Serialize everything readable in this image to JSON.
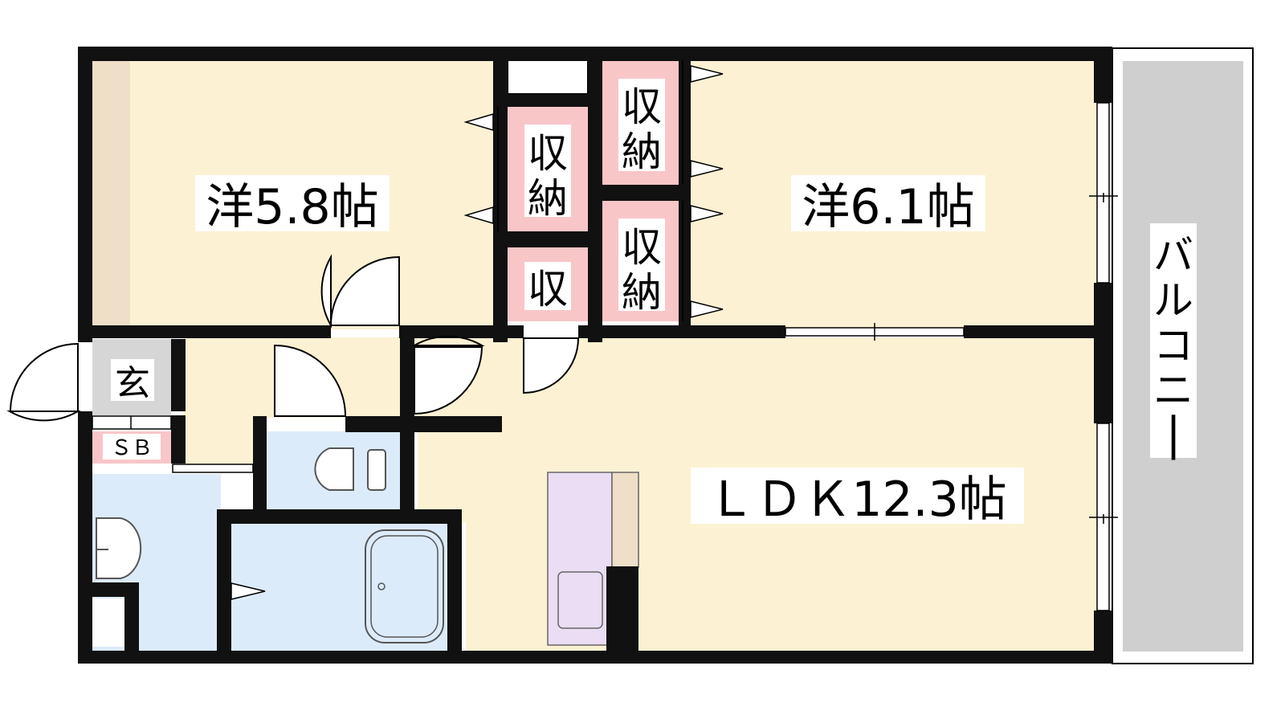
{
  "rooms": {
    "western1": "洋5.8帖",
    "western2": "洋6.1帖",
    "ldk": "ＬＤＫ12.3帖"
  },
  "storage": {
    "closet_center": "収\n納",
    "closet_right_top": "収\n納",
    "closet_right_bottom": "収\n納",
    "closet_small": "収"
  },
  "entrance": "玄",
  "shoe_box": "ＳＢ",
  "balcony": "バルコニー",
  "colors": {
    "room_floor": "#fdf1d3",
    "wet_area": "#dcebfa",
    "storage": "#f9c6c8",
    "entrance": "#d6d6d6",
    "balcony": "#cfcfcf",
    "kitchen": "#ebddf3",
    "wood": "#efdec8",
    "wall": "#111111"
  }
}
